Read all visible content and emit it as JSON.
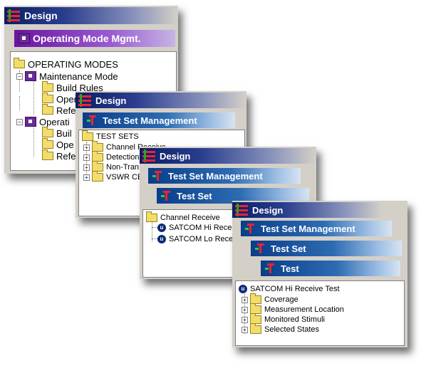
{
  "panel1": {
    "title": "Design",
    "header": "Operating Mode Mgmt.",
    "tree": {
      "root": "OPERATING MODES",
      "group1": "Maintenance Mode",
      "group1_items": [
        "Build Rules",
        "Operate Mode",
        "Refe"
      ],
      "group2": "Operati",
      "group2_items": [
        "Buil",
        "Ope",
        "Refe"
      ]
    }
  },
  "panel2": {
    "title": "Design",
    "header": "Test Set Management",
    "tree": {
      "root": "TEST SETS",
      "items": [
        "Channel Receive",
        "Detection",
        "Non-Tran",
        "VSWR CE"
      ]
    }
  },
  "panel3": {
    "title": "Design",
    "header1": "Test Set Management",
    "header2": "Test Set",
    "tree": {
      "root": "Channel Receive",
      "items": [
        "SATCOM Hi Recei",
        "SATCOM Lo Rece"
      ]
    }
  },
  "panel4": {
    "title": "Design",
    "header1": "Test Set Management",
    "header2": "Test Set",
    "header3": "Test",
    "tree": {
      "root": "SATCOM Hi Receive Test",
      "items": [
        "Coverage",
        "Measurement Location",
        "Monitored Stimuli",
        "Selected States"
      ]
    }
  },
  "colors": {
    "title_gradient_start": "#0a1e66",
    "purple_header": "#6a14a0",
    "blue_header": "#0a3d8a",
    "panel_bg": "#d4d0c8"
  }
}
